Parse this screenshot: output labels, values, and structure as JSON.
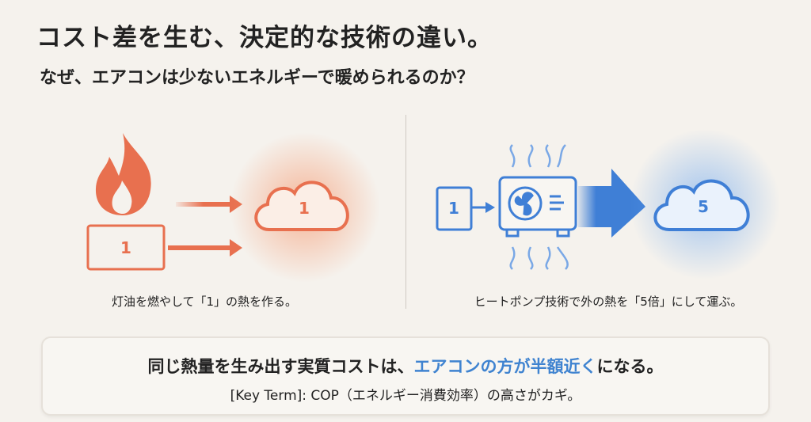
{
  "header": {
    "title": "コスト差を生む、決定的な技術の違い。",
    "subtitle": "なぜ、エアコンは少ないエネルギーで暖められるのか？"
  },
  "left": {
    "input_value": "1",
    "output_value": "1",
    "caption": "灯油を燃やして「1」の熱を作る。"
  },
  "right": {
    "input_value": "1",
    "output_value": "5",
    "caption": "ヒートポンプ技術で外の熱を「5倍」にして運ぶ。"
  },
  "summary": {
    "line1_pre": "同じ熱量を生み出す実質コストは、",
    "line1_highlight": "エアコンの方が半額近く",
    "line1_post": "になる。",
    "line2": "[Key Term]: COP（エネルギー消費効率）の高さがカギ。"
  },
  "colors": {
    "orange": "#e8704f",
    "blue": "#3f7fd6",
    "background": "#f5f2ed"
  }
}
